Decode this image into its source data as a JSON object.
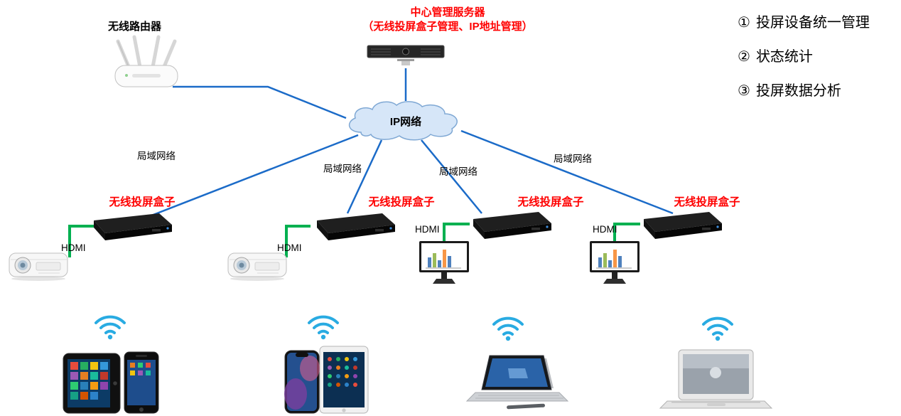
{
  "colors": {
    "accent_red": "#ff0000",
    "link_blue": "#1b6bc8",
    "wifi_blue": "#29abe2",
    "hdmi_green": "#00b050",
    "cloud_fill": "#d6e6f8",
    "text_black": "#000000"
  },
  "header": {
    "router_label": "无线路由器",
    "server_title": "中心管理服务器",
    "server_subtitle": "（无线投屏盒子管理、IP地址管理）",
    "cloud_label": "IP网络"
  },
  "features": [
    {
      "marker": "①",
      "label": "投屏设备统一管理"
    },
    {
      "marker": "②",
      "label": "状态统计"
    },
    {
      "marker": "③",
      "label": "投屏数据分析"
    }
  ],
  "groups": [
    {
      "lan_label": "局域网络",
      "box_label": "无线投屏盒子",
      "hdmi_label": "HDMI",
      "display_icon": "projector-icon",
      "client_icons": [
        "tablet-icon",
        "smartphone-icon"
      ]
    },
    {
      "lan_label": "局域网络",
      "box_label": "无线投屏盒子",
      "hdmi_label": "HDMI",
      "display_icon": "projector-icon",
      "client_icons": [
        "iphone-icon",
        "ipad-icon"
      ]
    },
    {
      "lan_label": "局域网络",
      "box_label": "无线投屏盒子",
      "hdmi_label": "HDMI",
      "display_icon": "monitor-icon",
      "client_icons": [
        "surface-laptop-icon"
      ]
    },
    {
      "lan_label": "局域网络",
      "box_label": "无线投屏盒子",
      "hdmi_label": "HDMI",
      "display_icon": "monitor-icon",
      "client_icons": [
        "macbook-icon"
      ]
    }
  ],
  "icons": [
    "router-icon",
    "server-icon",
    "cloud-icon",
    "wifi-icon",
    "tv-box-icon",
    "projector-icon",
    "monitor-icon",
    "tablet-icon",
    "smartphone-icon",
    "iphone-icon",
    "ipad-icon",
    "surface-laptop-icon",
    "macbook-icon",
    "hdmi-cable"
  ]
}
